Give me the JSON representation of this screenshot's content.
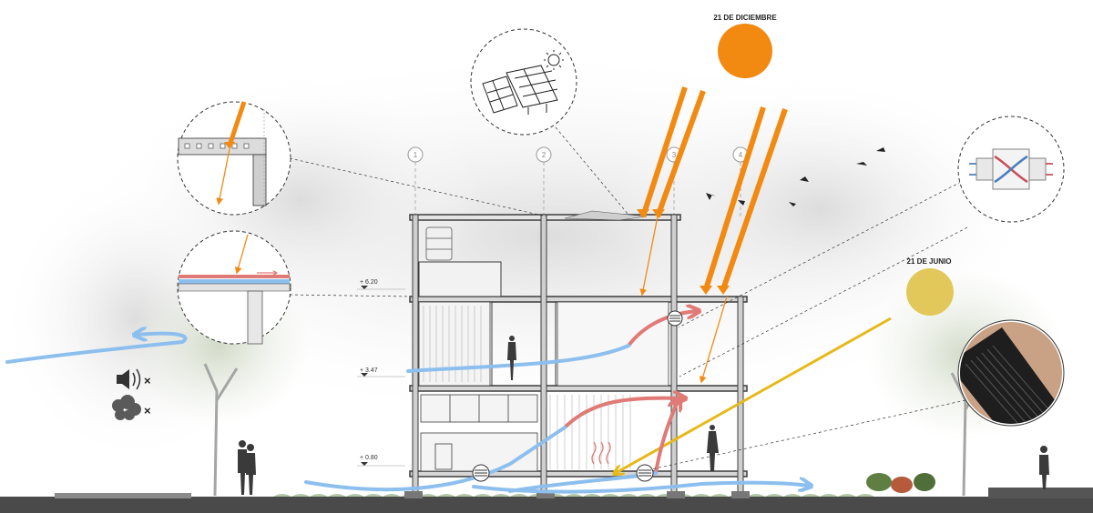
{
  "sun_labels": {
    "winter": "21  DE DICIEMBRE",
    "summer": "21  DE JUNIO"
  },
  "levels": {
    "top": "+ 6.20",
    "middle": "+ 3.47",
    "ground": "+ 0.80"
  },
  "grid_axes": [
    "1",
    "2",
    "3",
    "4"
  ],
  "negation_marks": {
    "noise": "×",
    "smoke": "×"
  },
  "colors": {
    "winter_sun": "#f28a12",
    "summer_sun": "#e2c75a",
    "summer_ray": "#e6b919",
    "cool_air": "#8cbfee",
    "warm_air": "#e07a76",
    "structure": "#3c3c3c",
    "ground": "#4a4a4a"
  },
  "icons": [
    "solar-panel-icon",
    "sun-icon",
    "heat-exchanger-icon",
    "speaker-mute-icon",
    "smoke-icon",
    "bird-icon",
    "person-icon",
    "tree-icon",
    "water-tank-icon",
    "vent-icon",
    "heat-wave-icon"
  ]
}
